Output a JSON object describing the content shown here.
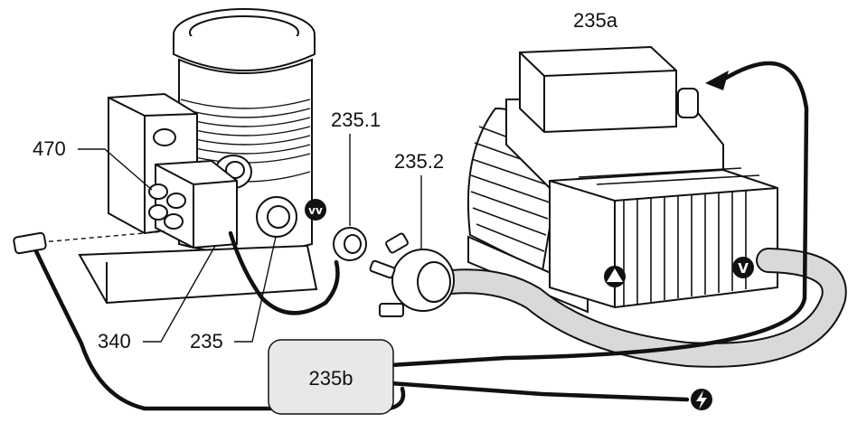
{
  "labels": {
    "turbo_label": "470",
    "connector_label": "340",
    "cable_label": "235",
    "adapter_label": "235.1",
    "clamp_label": "235.2",
    "pump_label": "235a",
    "box_label": "235b"
  },
  "symbols": {
    "turbo_vent": "vv",
    "pump_venting": "V",
    "power": "lightning-icon"
  }
}
